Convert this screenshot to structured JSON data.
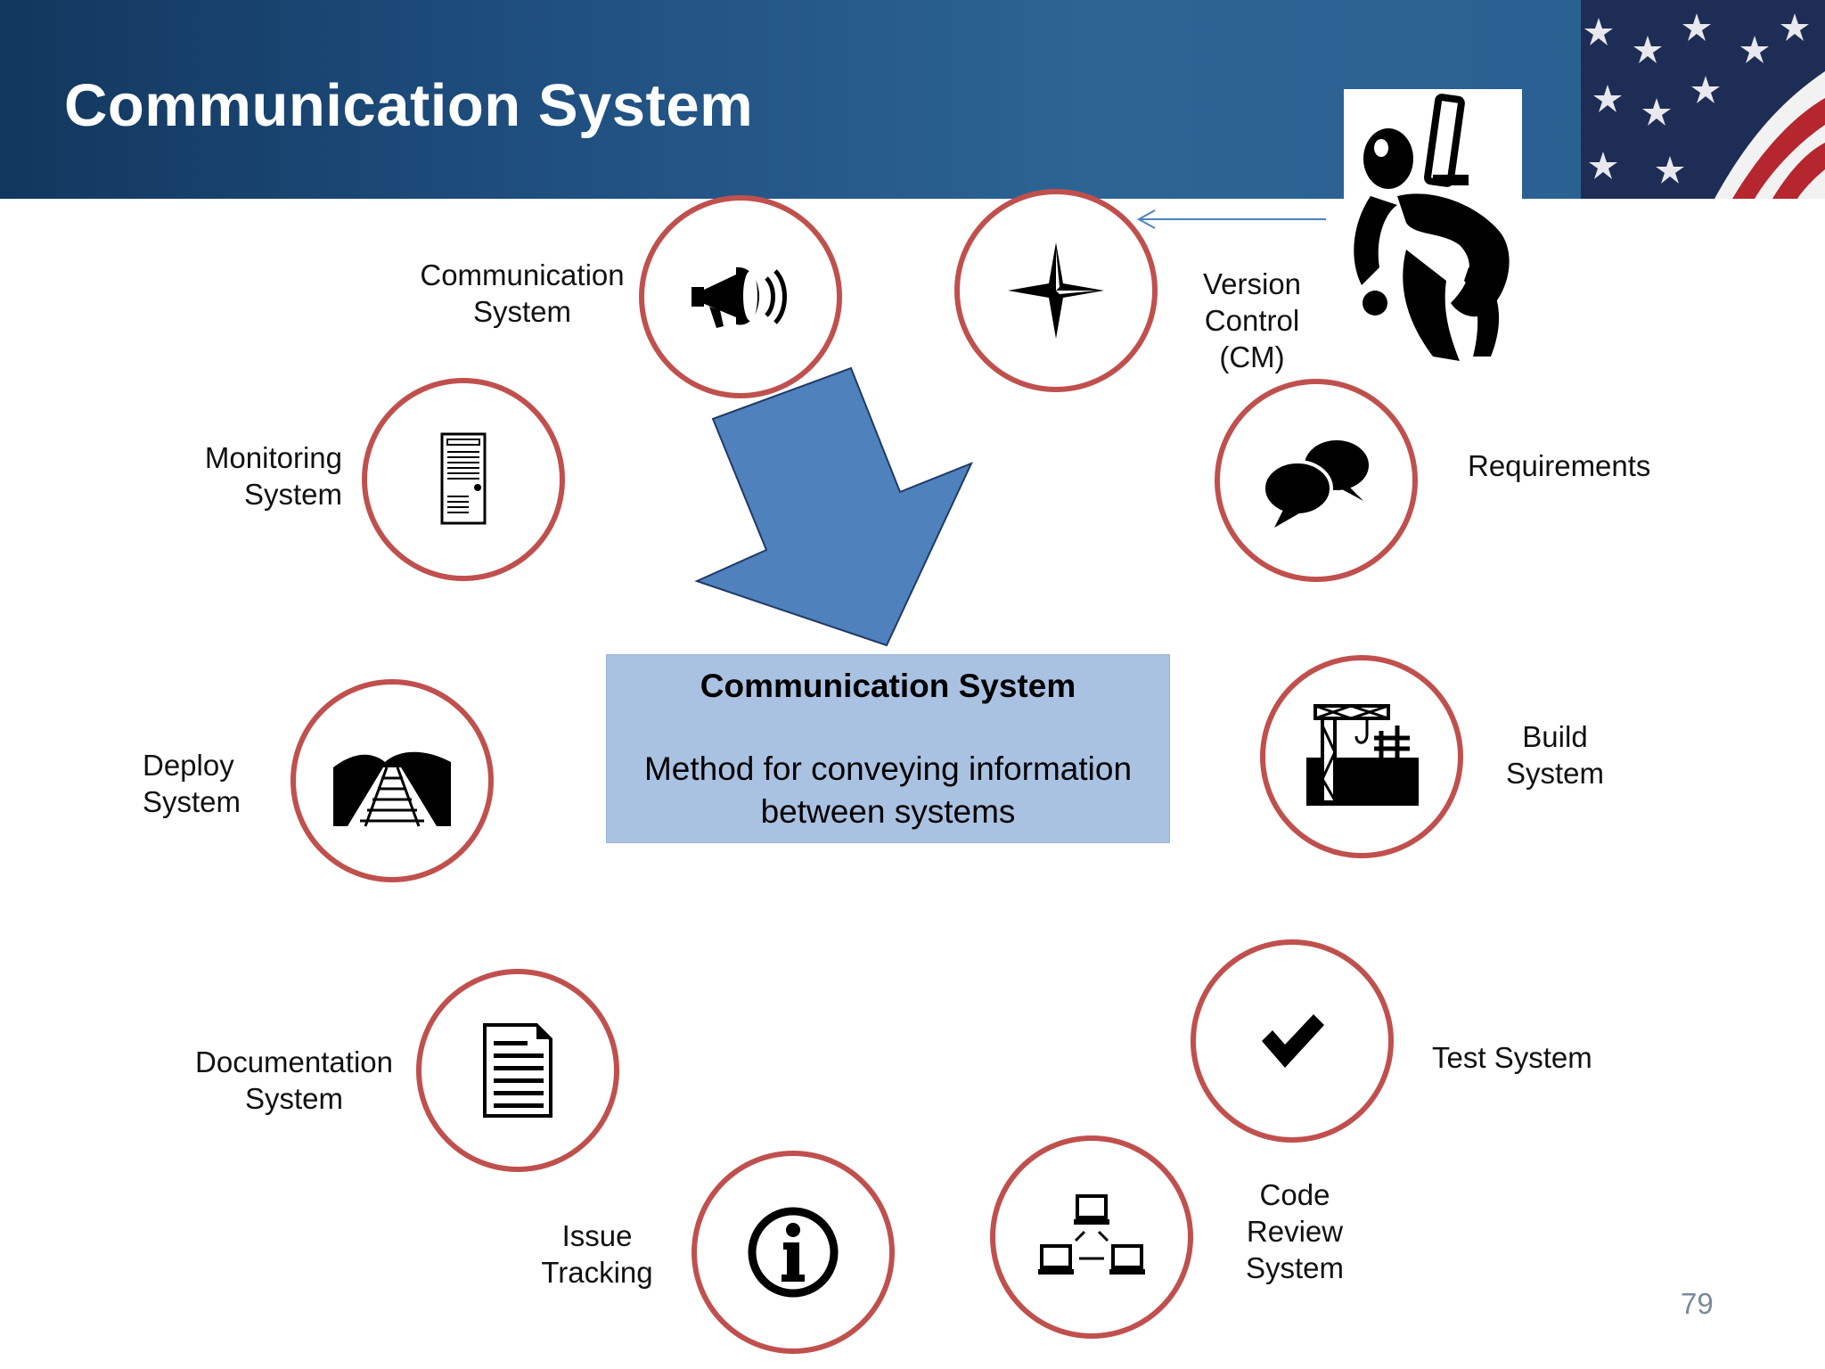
{
  "slide": {
    "title": "Communication System",
    "page_number": "79"
  },
  "nodes": [
    {
      "label": "Communication\nSystem",
      "icon": "megaphone-icon"
    },
    {
      "label": "Version\nControl\n(CM)",
      "icon": "compass-star-icon"
    },
    {
      "label": "Requirements",
      "icon": "speech-bubbles-icon"
    },
    {
      "label": "Build\nSystem",
      "icon": "construction-crane-icon"
    },
    {
      "label": "Test System",
      "icon": "checkmark-icon"
    },
    {
      "label": "Code\nReview\nSystem",
      "icon": "network-computers-icon"
    },
    {
      "label": "Issue\nTracking",
      "icon": "info-icon"
    },
    {
      "label": "Documentation\nSystem",
      "icon": "document-icon"
    },
    {
      "label": "Deploy\nSystem",
      "icon": "railroad-track-icon"
    },
    {
      "label": "Monitoring\nSystem",
      "icon": "server-tower-icon"
    }
  ],
  "center_box": {
    "title": "Communication System",
    "description": "Method for conveying information\nbetween systems"
  },
  "colors": {
    "circle_border": "#c0504d",
    "arrow_fill": "#4f81bd",
    "center_box_fill": "#aac2e2",
    "header": "#1f4f80"
  }
}
